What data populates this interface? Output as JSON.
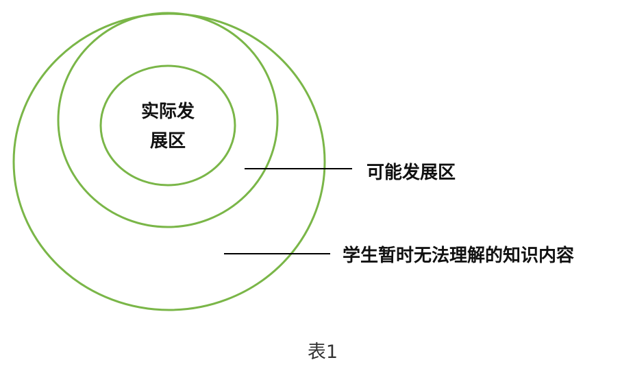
{
  "diagram": {
    "zones": {
      "actual": {
        "line1": "实际发",
        "line2": "展区"
      },
      "potential": {
        "label": "可能发展区"
      },
      "beyond": {
        "label": "学生暂时无法理解的知识内容"
      }
    },
    "caption": "表1",
    "colors": {
      "ring": "#7ab648",
      "line": "#000000",
      "text": "#111111",
      "caption": "#333333"
    }
  }
}
